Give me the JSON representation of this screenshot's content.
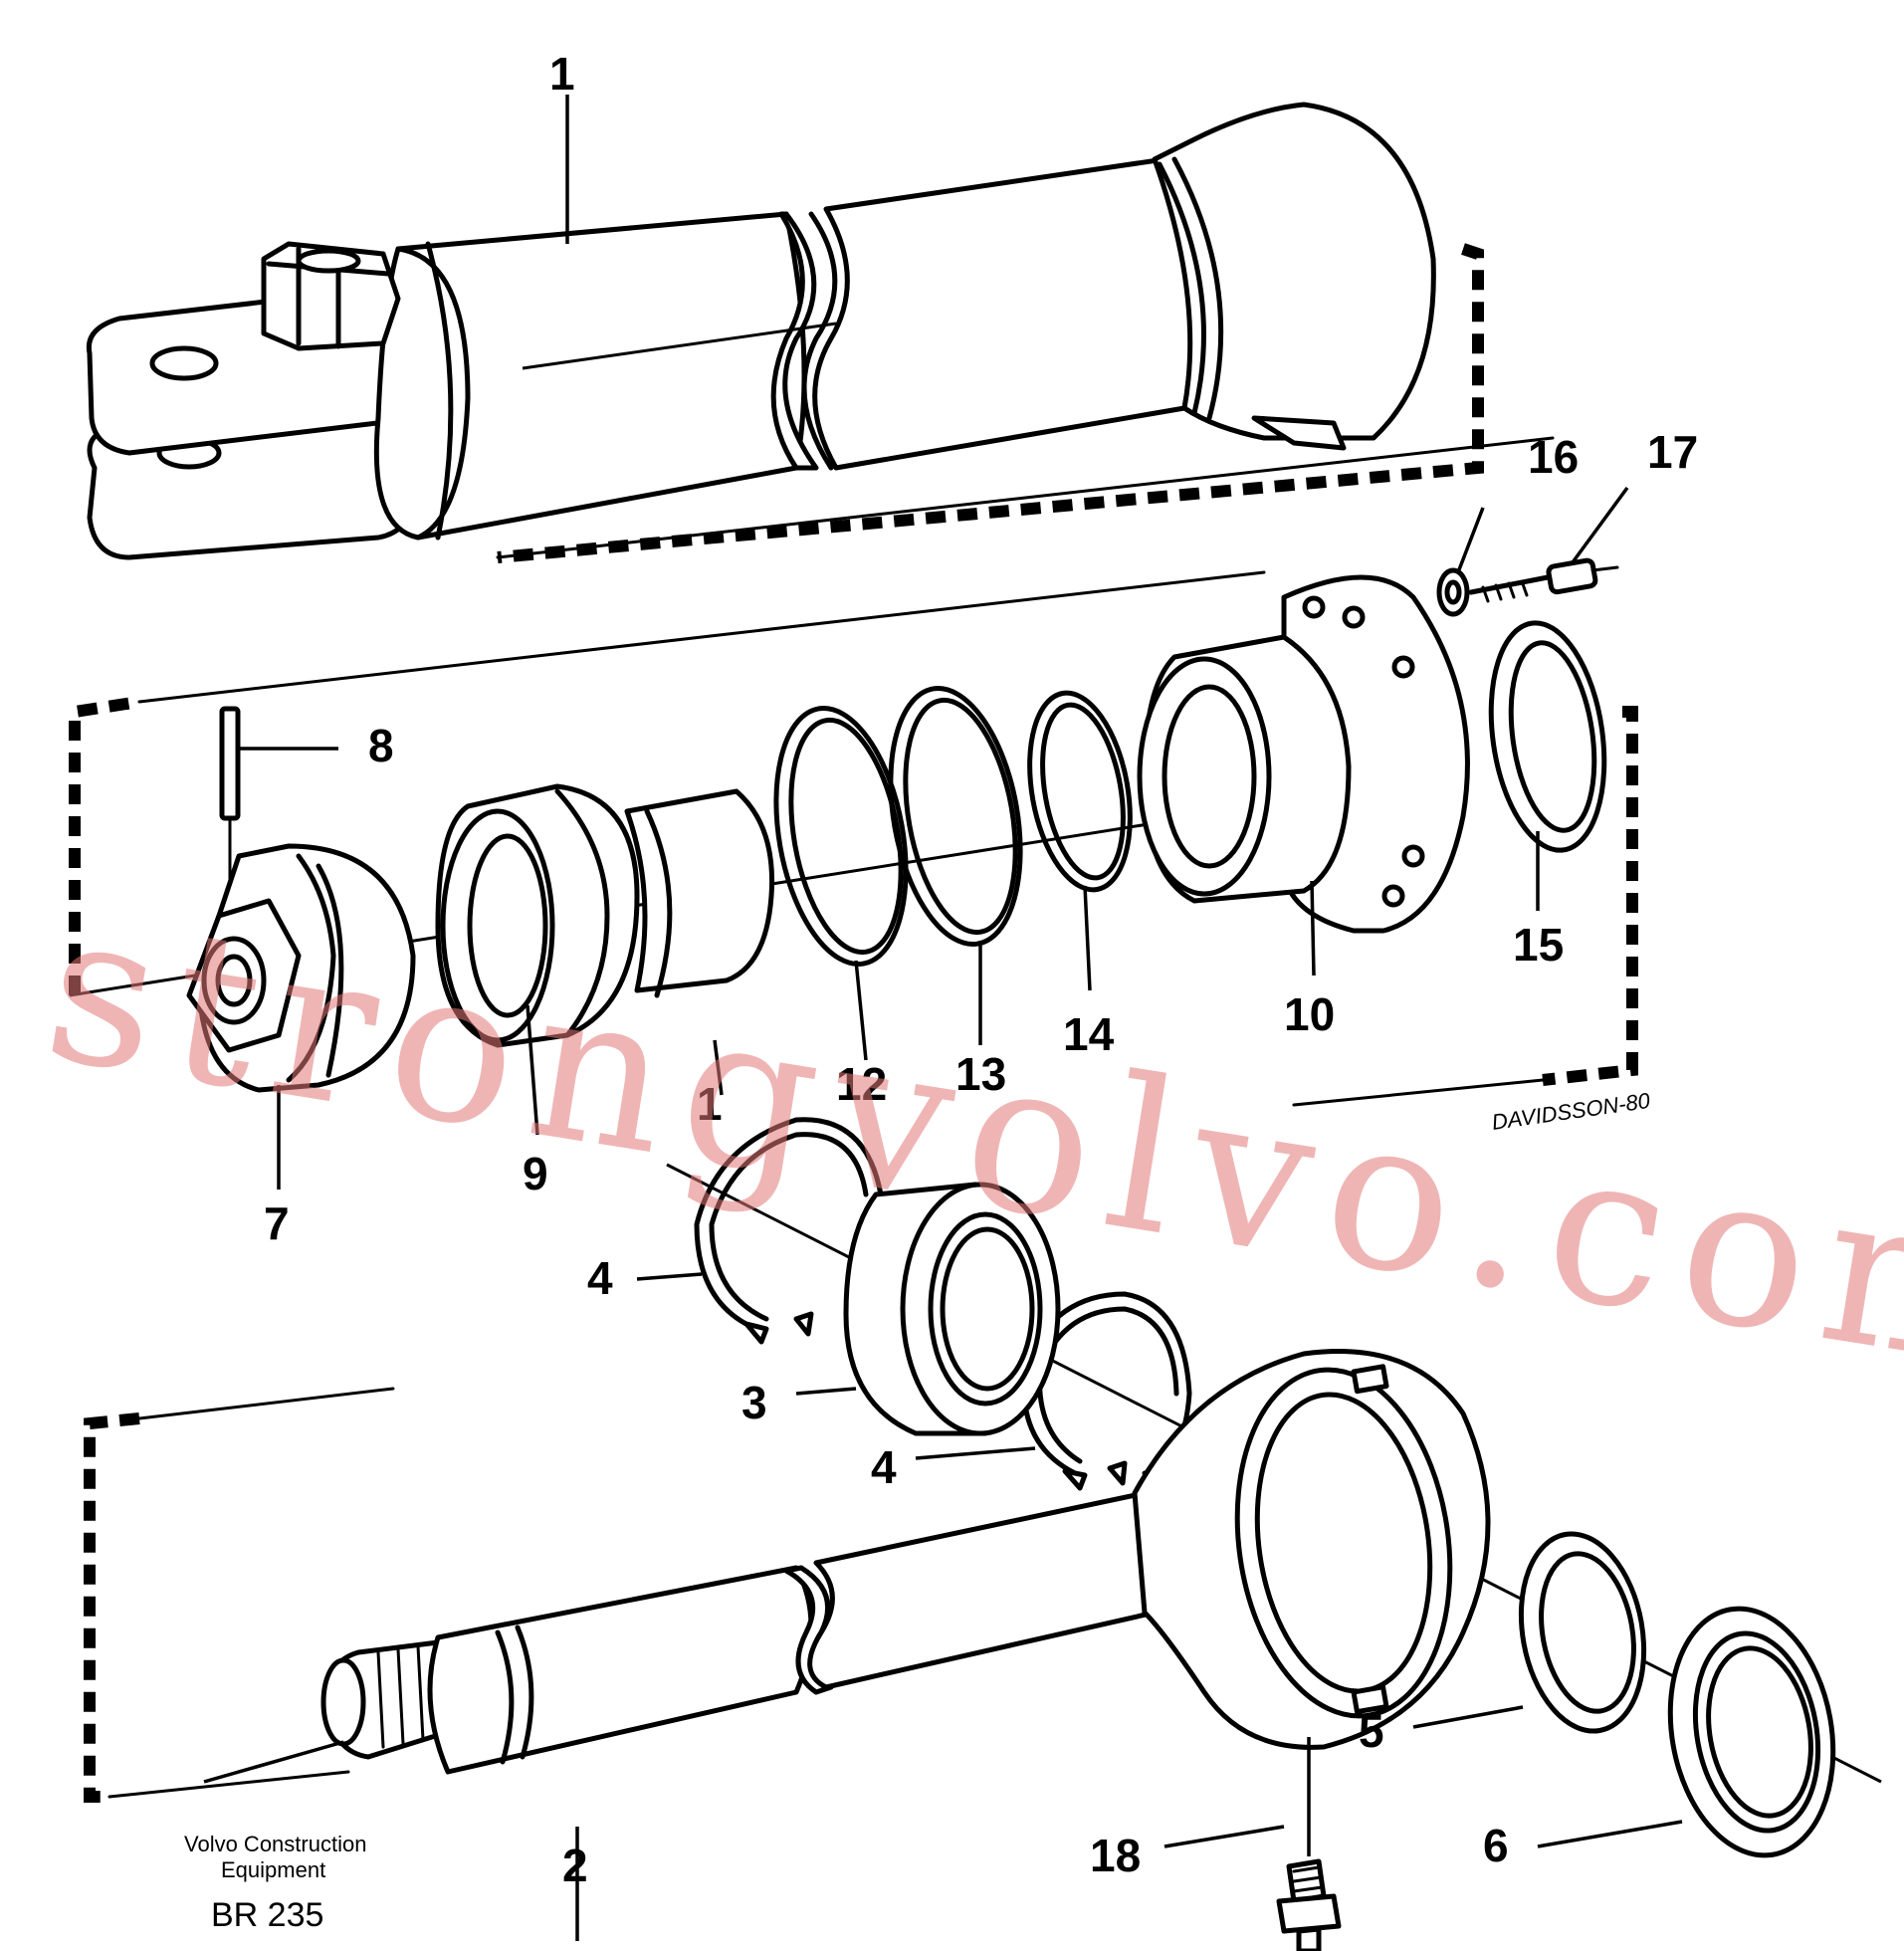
{
  "callouts": {
    "c1": "1",
    "c1b": "1",
    "c2": "2",
    "c3": "3",
    "c4a": "4",
    "c4b": "4",
    "c5": "5",
    "c6": "6",
    "c7": "7",
    "c8": "8",
    "c9": "9",
    "c10": "10",
    "c12": "12",
    "c13": "13",
    "c14": "14",
    "c15": "15",
    "c16": "16",
    "c17": "17",
    "c18": "18"
  },
  "footer": {
    "company_line1": "Volvo Construction",
    "company_line2": "Equipment",
    "drawing_code": "BR 235"
  },
  "draftsman_signature": "DAVIDSSON-80",
  "watermark": "strongvolvo.com"
}
